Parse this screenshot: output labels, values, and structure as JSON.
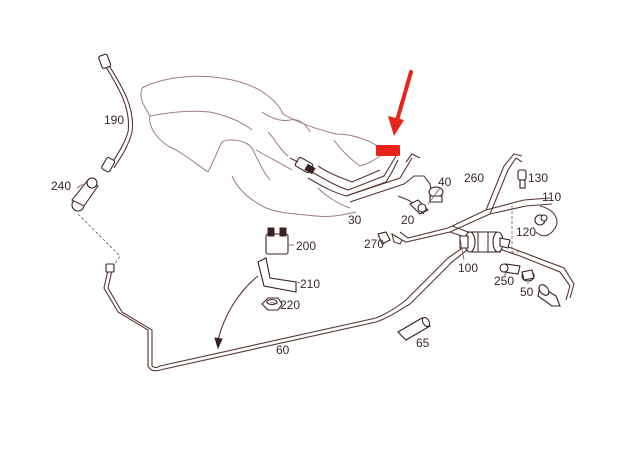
{
  "diagram": {
    "accent_color": "#e8231a",
    "highlight_tag": "",
    "labels": [
      "190",
      "240",
      "30",
      "20",
      "40",
      "260",
      "130",
      "110",
      "120",
      "270",
      "100",
      "250",
      "50",
      "200",
      "210",
      "220",
      "60",
      "65"
    ]
  }
}
